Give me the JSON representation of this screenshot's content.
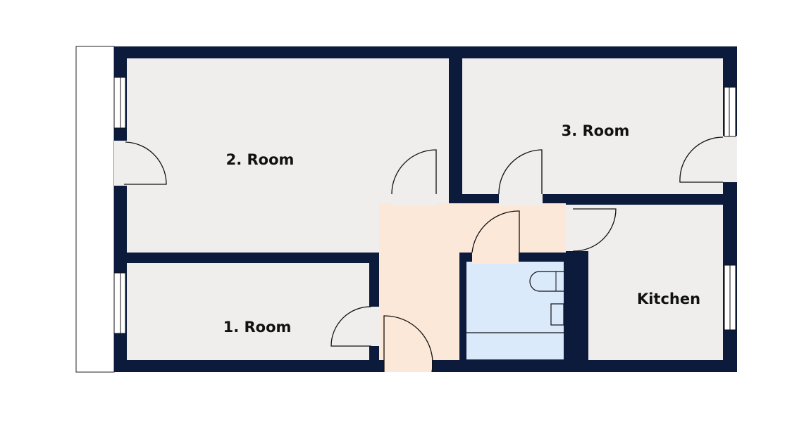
{
  "floorplan": {
    "colors": {
      "wall": "#0c1a3c",
      "room_floor": "#efeeec",
      "hallway_floor": "#fce8d8",
      "bathroom_floor": "#dbeafa",
      "balcony": "#ffffff",
      "door_line": "#111111"
    },
    "rooms": [
      {
        "id": "room-2",
        "label": "2. Room"
      },
      {
        "id": "room-3",
        "label": "3. Room"
      },
      {
        "id": "room-1",
        "label": "1. Room"
      },
      {
        "id": "kitchen",
        "label": "Kitchen"
      }
    ]
  }
}
